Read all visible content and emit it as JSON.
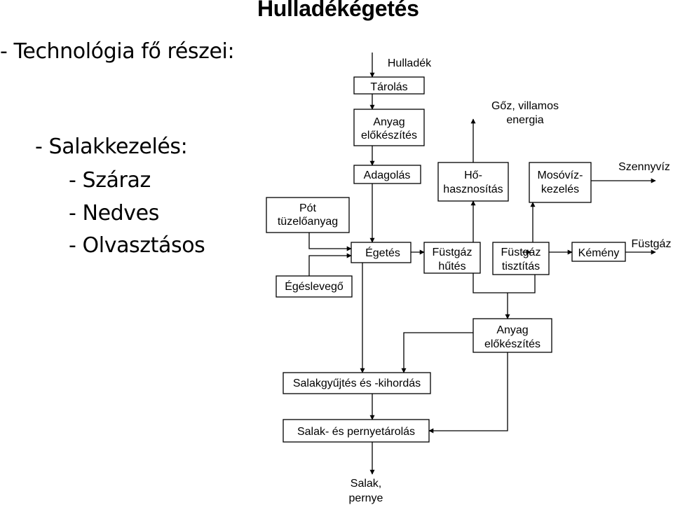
{
  "title": "Hulladékégetés",
  "bullets": [
    "- Technológia fő részei:",
    "- Salakkezelés:",
    "- Száraz",
    "- Nedves",
    "- Olvasztásos"
  ],
  "nodes": {
    "hulladek": [
      "Hulladék"
    ],
    "tarolas": [
      "Tárolás"
    ],
    "anyag_elokeszites_top": [
      "Anyag",
      "előkészítés"
    ],
    "adagolas": [
      "Adagolás"
    ],
    "hohasznositas": [
      "Hő-",
      "hasznosítás"
    ],
    "mosoviz_kezeles": [
      "Mosóvíz-",
      "kezelés"
    ],
    "pot_tuzeloanyag": [
      "Pót",
      "tüzelőanyag"
    ],
    "egetes": [
      "Égetés"
    ],
    "fustgaz_hutes": [
      "Füstgáz",
      "hűtés"
    ],
    "fustgaz_tisztitas": [
      "Füstgáz",
      "tisztítás"
    ],
    "kemeny": [
      "Kémény"
    ],
    "egeslevego": [
      "Égéslevegő"
    ],
    "anyag_elokeszites_bottom": [
      "Anyag",
      "előkészítés"
    ],
    "salakgyujtes": [
      "Salakgyűjtés és -kihordás"
    ],
    "salak_pernyetarolas": [
      "Salak- és pernyetárolás"
    ],
    "salak_pernye": [
      "Salak,",
      "pernye"
    ]
  },
  "labels": {
    "goz_villamos_energia": [
      "Gőz, villamos",
      "energia"
    ],
    "szennyviz": [
      "Szennyvíz"
    ],
    "fustgaz_out": [
      "Füstgáz"
    ]
  }
}
